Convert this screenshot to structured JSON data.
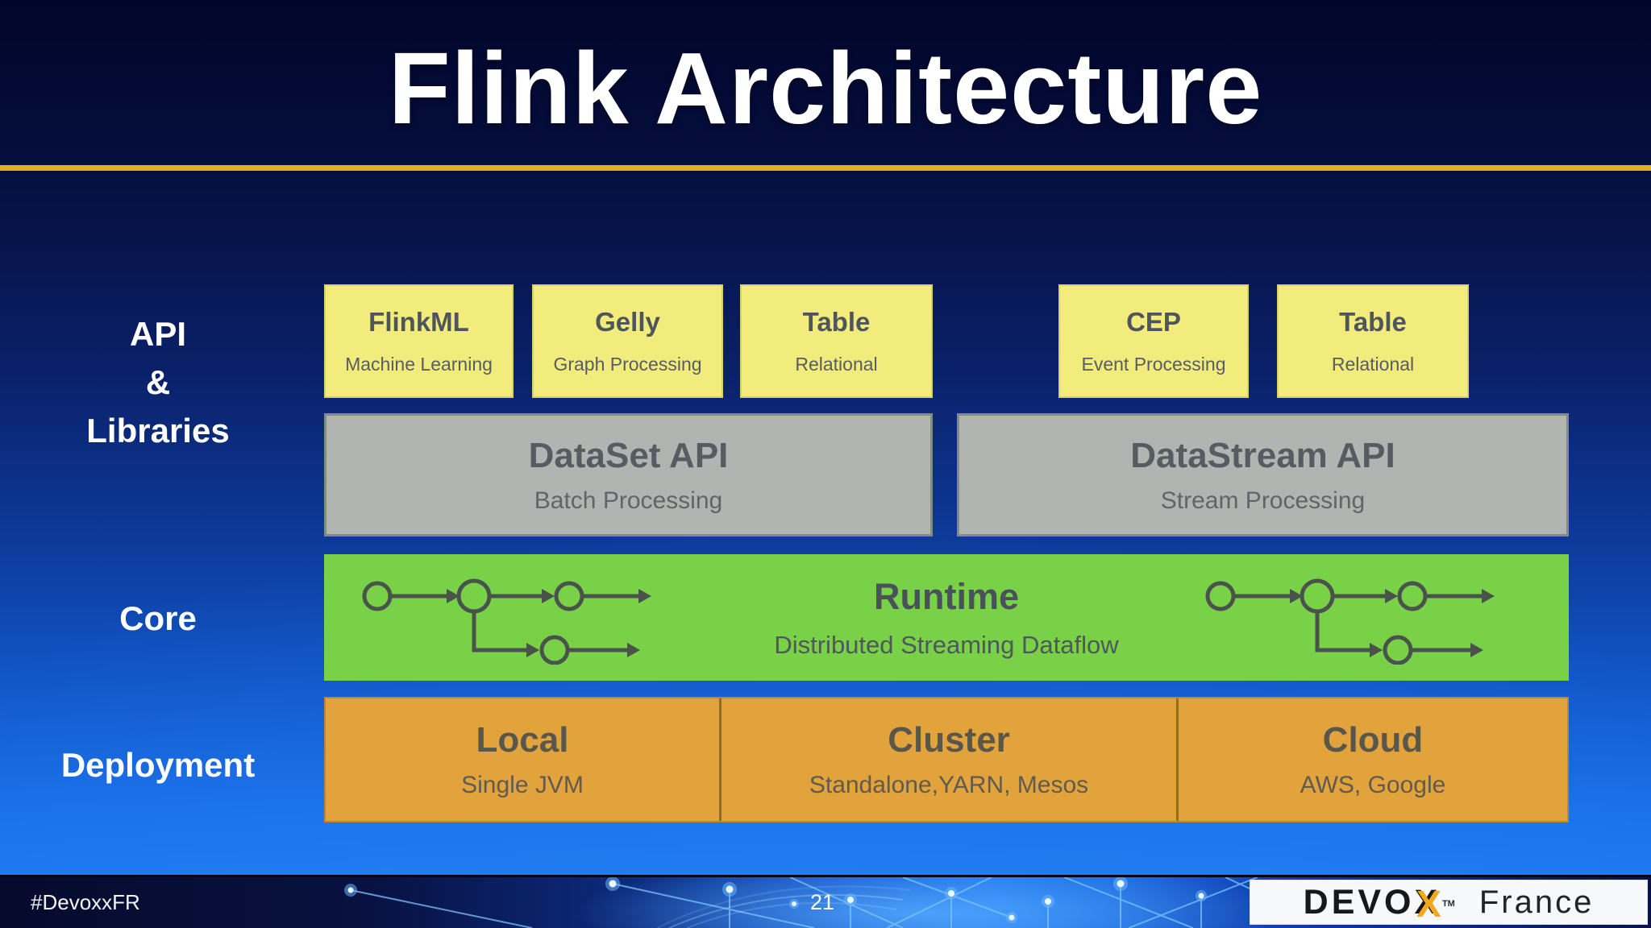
{
  "slide": {
    "title": "Flink Architecture",
    "page_number": "21",
    "hashtag": "#DevoxxFR"
  },
  "row_labels": {
    "api": {
      "lines": [
        "API",
        "&",
        "Libraries"
      ]
    },
    "core": "Core",
    "deployment": "Deployment"
  },
  "libraries": [
    {
      "name": "FlinkML",
      "subtitle": "Machine Learning"
    },
    {
      "name": "Gelly",
      "subtitle": "Graph Processing"
    },
    {
      "name": "Table",
      "subtitle": "Relational"
    },
    {
      "name": "CEP",
      "subtitle": "Event Processing"
    },
    {
      "name": "Table",
      "subtitle": "Relational"
    }
  ],
  "apis": [
    {
      "name": "DataSet API",
      "subtitle": "Batch Processing"
    },
    {
      "name": "DataStream API",
      "subtitle": "Stream Processing"
    }
  ],
  "runtime": {
    "name": "Runtime",
    "subtitle": "Distributed Streaming Dataflow"
  },
  "deployment": [
    {
      "name": "Local",
      "subtitle": "Single JVM"
    },
    {
      "name": "Cluster",
      "subtitle": "Standalone,YARN, Mesos"
    },
    {
      "name": "Cloud",
      "subtitle": "AWS, Google"
    }
  ],
  "logo": {
    "prefix": "DEVO",
    "x_black": "X",
    "x_yellow": "X",
    "tm": "TM",
    "country": "France"
  },
  "colors": {
    "accent_gold": "#e9a92a",
    "library_fill": "#f2ec7d",
    "api_fill": "#b1b5b1",
    "runtime_fill": "#79d147",
    "deployment_fill": "#e2a23c",
    "logo_yellow": "#f5a81c",
    "background_top": "#02052a",
    "background_bottom": "#1e78ef"
  }
}
